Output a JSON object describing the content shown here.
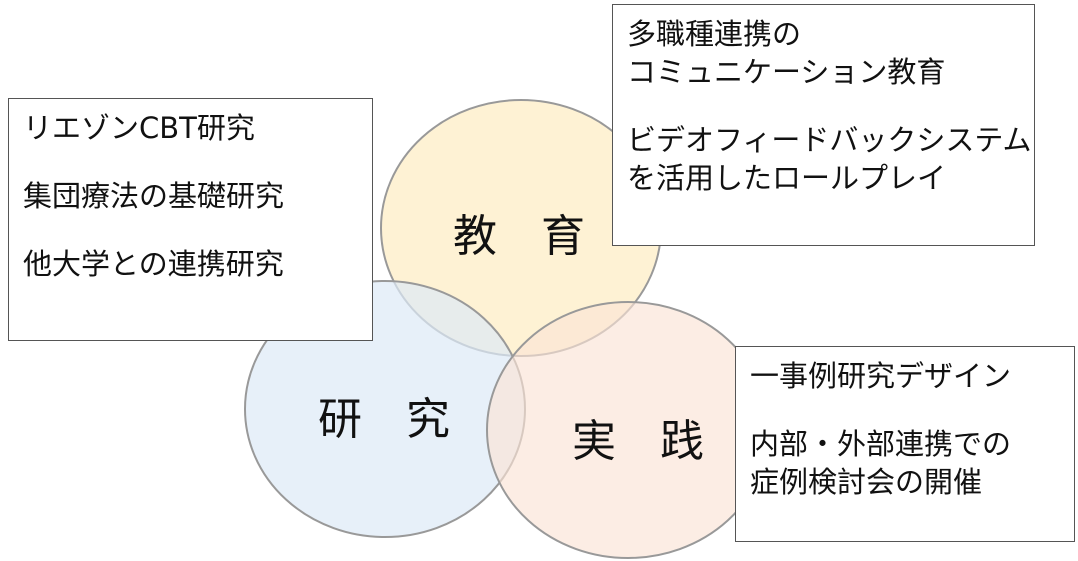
{
  "circles": {
    "education": {
      "label": "教　育",
      "color": "#fdeec6"
    },
    "research": {
      "label": "研　究",
      "color": "#e2ecf7"
    },
    "practice": {
      "label": "実　践",
      "color": "#fbe7dc"
    }
  },
  "boxes": {
    "research": {
      "lines": [
        "リエゾンCBT研究",
        "集団療法の基礎研究",
        "他大学との連携研究"
      ]
    },
    "education": {
      "lines": [
        "多職種連携の",
        "コミュニケーション教育",
        "ビデオフィードバックシステム",
        "を活用したロールプレイ"
      ]
    },
    "practice": {
      "lines": [
        "一事例研究デザイン",
        "内部・外部連携での",
        "症例検討会の開催"
      ]
    }
  }
}
